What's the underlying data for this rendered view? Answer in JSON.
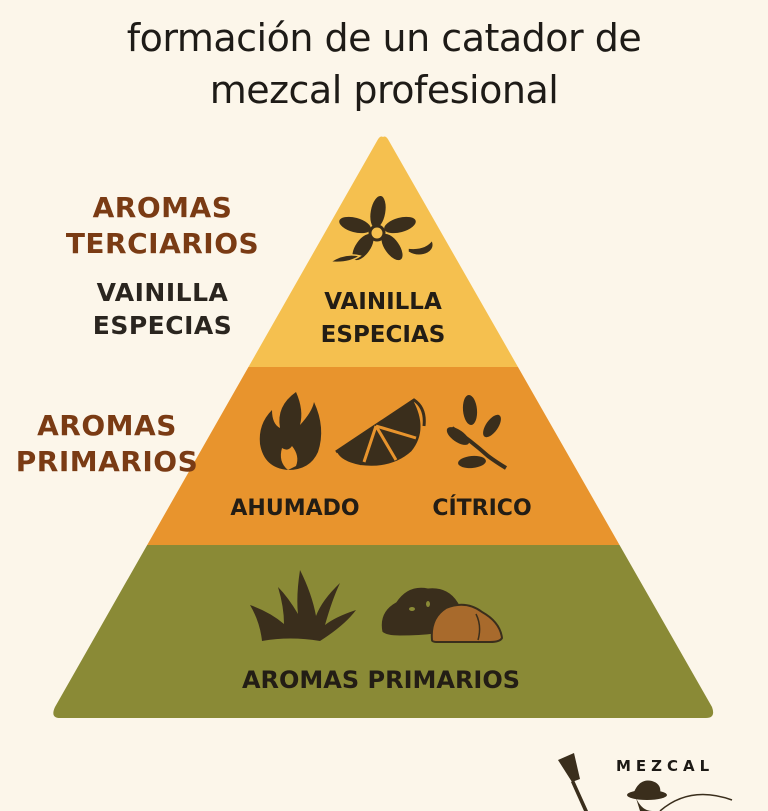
{
  "header": {
    "title_line1": "formación de un catador de",
    "title_line2": "mezcal profesional"
  },
  "colors": {
    "background": "#fcf6ea",
    "tier_top": "#f5c04f",
    "tier_middle": "#e8942d",
    "tier_bottom": "#8a8a36",
    "heading_brown": "#7a3b14",
    "icon_dark": "#3a2e1c",
    "clay": "#a86a2c"
  },
  "side_labels": {
    "tertiary": {
      "heading_line1": "AROMAS",
      "heading_line2": "TERCIARIOS",
      "sub_line1": "VAINILLA",
      "sub_line2": "ESPECIAS"
    },
    "primary": {
      "heading_line1": "AROMAS",
      "heading_line2": "PRIMARIOS"
    }
  },
  "pyramid": {
    "tiers": [
      {
        "level": "top",
        "icons": [
          "vanilla-flower-icon"
        ],
        "label_line1": "VAINILLA",
        "label_line2": "ESPECIAS"
      },
      {
        "level": "middle",
        "icons": [
          "flame-icon",
          "citrus-slice-icon",
          "herb-branch-icon"
        ],
        "labels": [
          "AHUMADO",
          "CÍTRICO"
        ]
      },
      {
        "level": "bottom",
        "icons": [
          "agave-plant-icon",
          "earth-soil-icon"
        ],
        "label": "AROMAS PRIMARIOS"
      }
    ]
  },
  "logo": {
    "text": "MEZCAL",
    "icons": [
      "agave-paddle-icon",
      "farmer-hat-icon"
    ]
  }
}
